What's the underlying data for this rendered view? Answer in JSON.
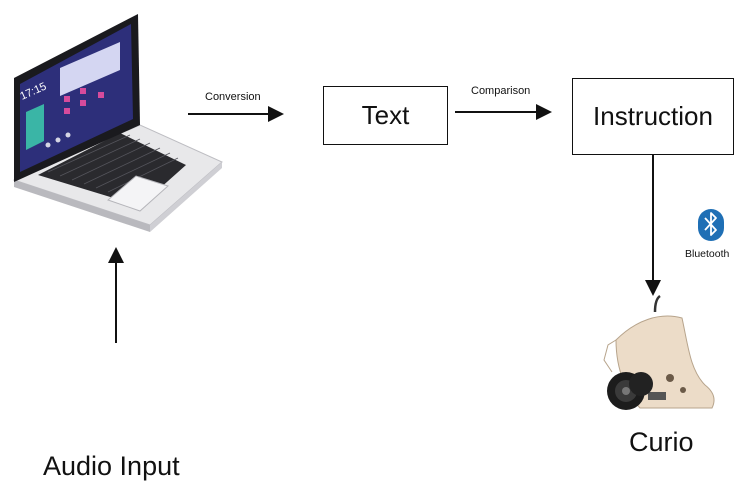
{
  "nodes": {
    "text_box": "Text",
    "instruction_box": "Instruction"
  },
  "edges": {
    "conversion": "Conversion",
    "comparison": "Comparison",
    "bluetooth": "Bluetooth"
  },
  "labels": {
    "audio_input": "Audio Input",
    "curio": "Curio"
  },
  "laptop_screen": {
    "clock": "17:15"
  },
  "colors": {
    "bluetooth": "#1f6fb5",
    "waveform_top": "#f47a3c",
    "waveform_bottom": "#d6468e",
    "laptop_screen": "#2d2f7a",
    "robot_body": "#ecdcc8"
  },
  "icons": [
    "laptop-icon",
    "waveform-icon",
    "bluetooth-icon",
    "robot-image"
  ]
}
